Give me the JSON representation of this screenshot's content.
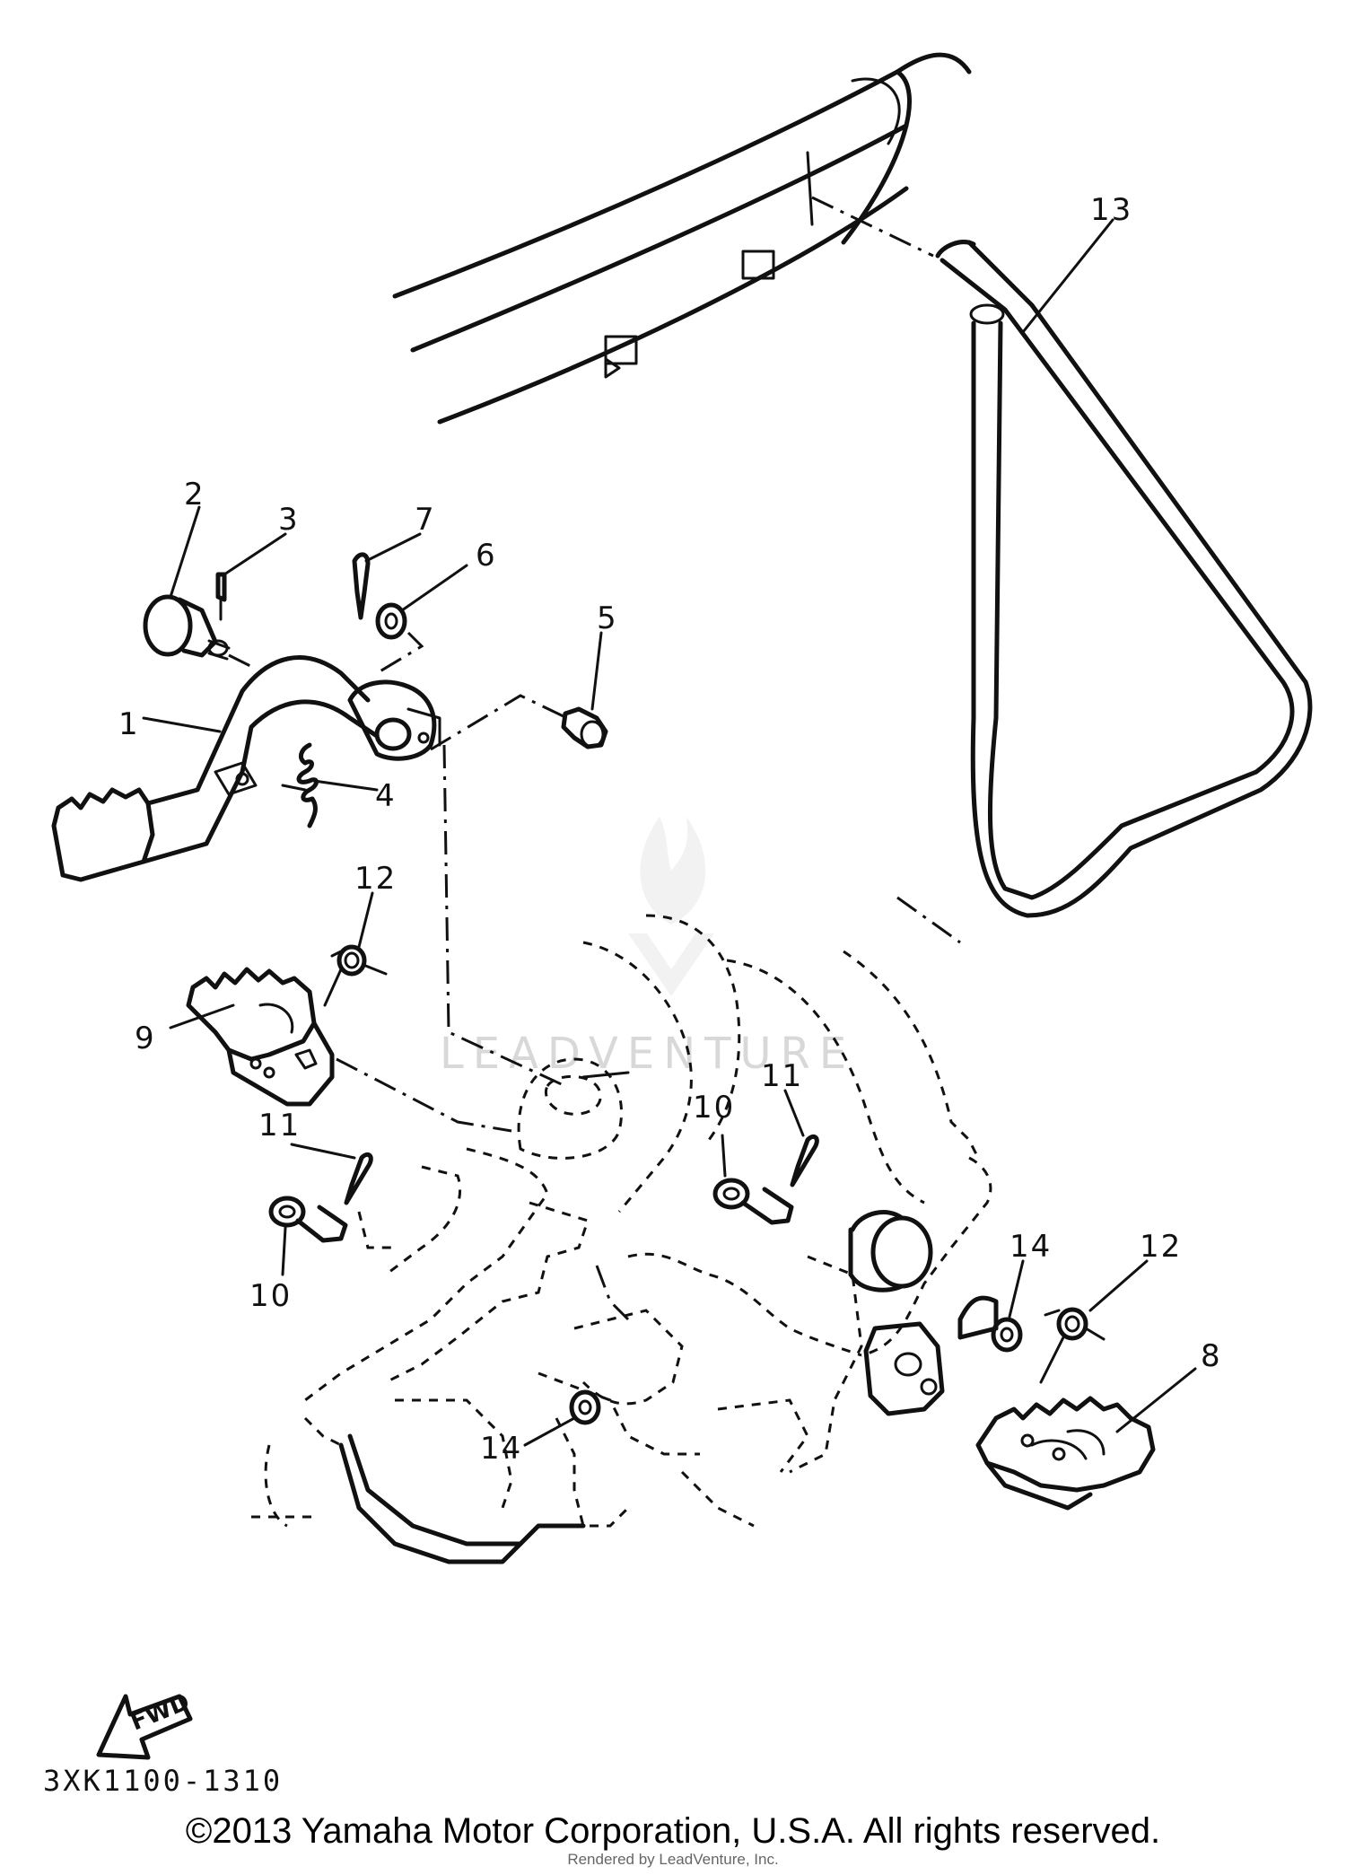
{
  "diagram": {
    "callouts": {
      "c1": "1",
      "c2": "2",
      "c3": "3",
      "c4": "4",
      "c5": "5",
      "c6": "6",
      "c7": "7",
      "c8": "8",
      "c9": "9",
      "c10a": "10",
      "c10b": "10",
      "c11a": "11",
      "c11b": "11",
      "c12a": "12",
      "c12b": "12",
      "c13": "13",
      "c14a": "14",
      "c14b": "14"
    },
    "part_code": "3XK1100-1310",
    "fwd_label": "FWD",
    "watermark": "LEADVENTURE",
    "copyright": "©2013 Yamaha Motor Corporation, U.S.A. All rights reserved.",
    "rendered_by": "Rendered by LeadVenture, Inc."
  }
}
